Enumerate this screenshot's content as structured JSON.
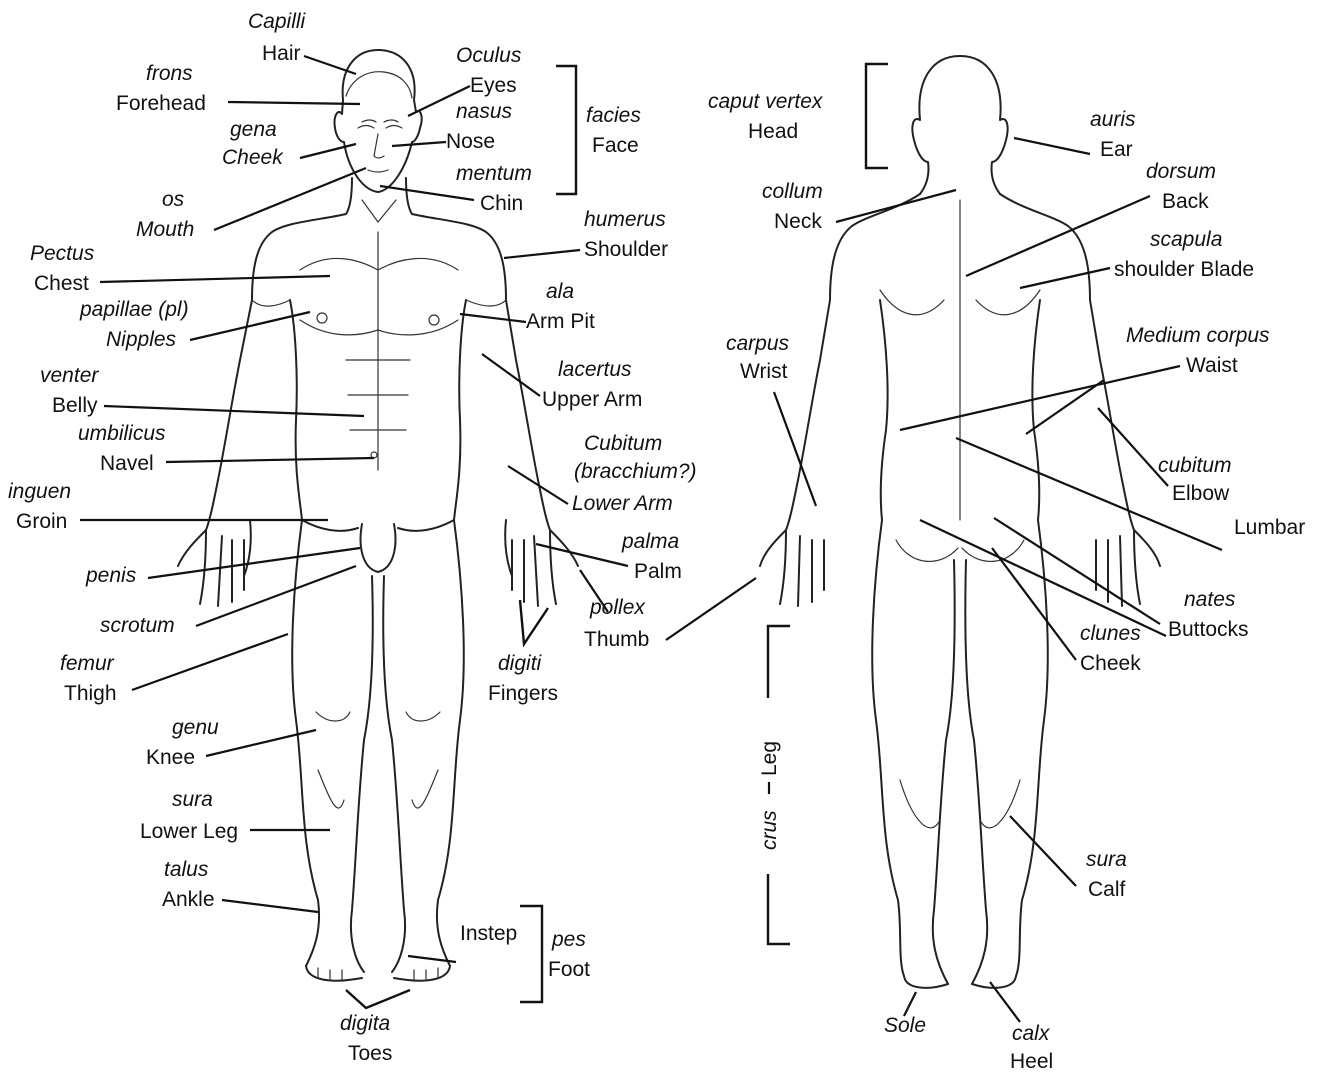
{
  "labels": {
    "capilli": "Capilli",
    "hair": "Hair",
    "frons": "frons",
    "forehead": "Forehead",
    "oculus": "Oculus",
    "eyes": "Eyes",
    "nasus": "nasus",
    "nose": "Nose",
    "gena": "gena",
    "cheek_front": "Cheek",
    "facies": "facies",
    "face": "Face",
    "mentum": "mentum",
    "chin": "Chin",
    "os": "os",
    "mouth": "Mouth",
    "humerus": "humerus",
    "shoulder": "Shoulder",
    "pectus": "Pectus",
    "chest": "Chest",
    "ala": "ala",
    "arm_pit": "Arm Pit",
    "papillae": "papillae (pl)",
    "nipples": "Nipples",
    "lacertus": "lacertus",
    "upper_arm": "Upper Arm",
    "venter": "venter",
    "belly": "Belly",
    "umbilicus": "umbilicus",
    "navel": "Navel",
    "cubitum_front": "Cubitum",
    "bracchium": "(bracchium?)",
    "lower_arm": "Lower Arm",
    "inguen": "inguen",
    "groin": "Groin",
    "palma": "palma",
    "palm": "Palm",
    "penis": "penis",
    "pollex": "pollex",
    "thumb": "Thumb",
    "scrotum": "scrotum",
    "digiti": "digiti",
    "fingers": "Fingers",
    "femur": "femur",
    "thigh": "Thigh",
    "genu": "genu",
    "knee": "Knee",
    "sura_front": "sura",
    "lower_leg": "Lower Leg",
    "talus": "talus",
    "ankle": "Ankle",
    "instep": "Instep",
    "pes": "pes",
    "foot": "Foot",
    "digita": "digita",
    "toes": "Toes",
    "caput_vertex": "caput vertex",
    "head": "Head",
    "auris": "auris",
    "ear": "Ear",
    "collum": "collum",
    "neck": "Neck",
    "dorsum": "dorsum",
    "back": "Back",
    "scapula": "scapula",
    "shoulder_blade": "shoulder Blade",
    "carpus": "carpus",
    "wrist": "Wrist",
    "medium_corpus": "Medium corpus",
    "waist": "Waist",
    "cubitum_back": "cubitum",
    "elbow": "Elbow",
    "lumbar": "Lumbar",
    "nates": "nates",
    "buttocks": "Buttocks",
    "clunes": "clunes",
    "cheek_back": "Cheek",
    "crus": "crus",
    "leg": "Leg",
    "sura_back": "sura",
    "calf": "Calf",
    "sole": "Sole",
    "calx": "calx",
    "heel": "Heel"
  }
}
